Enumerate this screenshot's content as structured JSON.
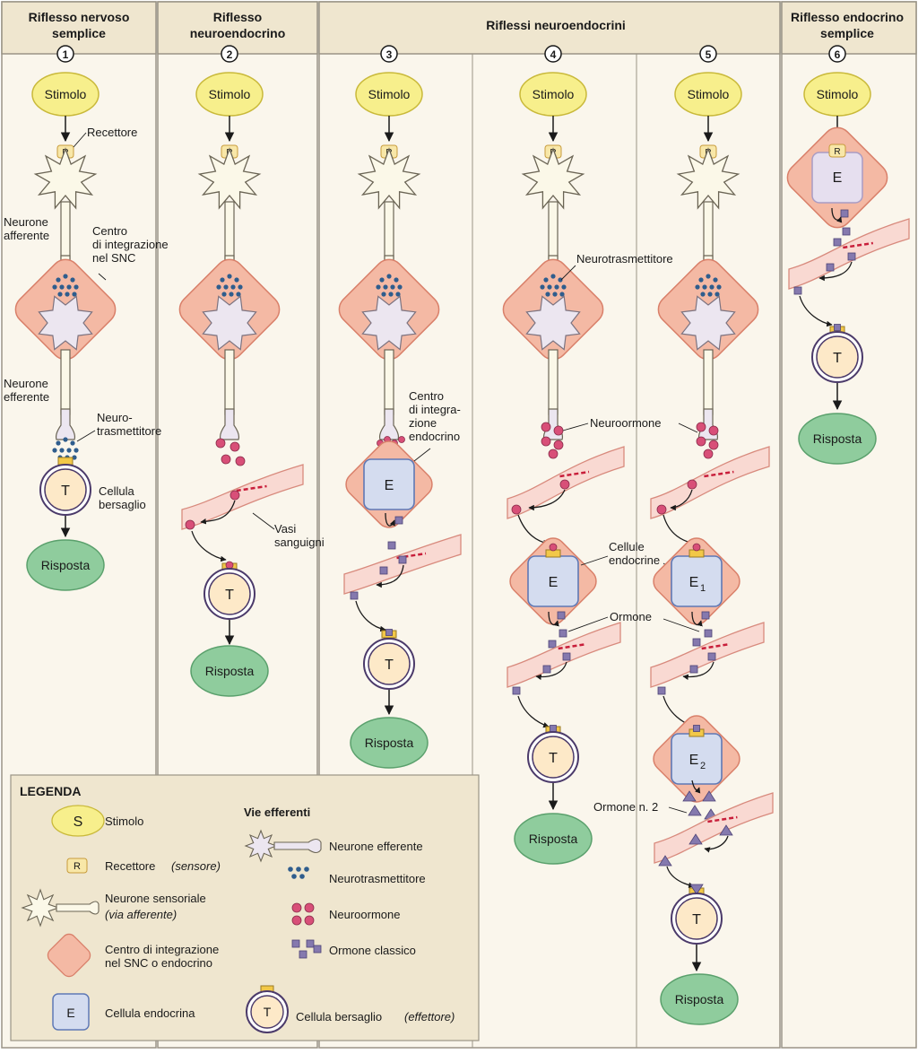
{
  "headers": {
    "col1": [
      "Riflesso nervoso",
      "semplice"
    ],
    "col2": [
      "Riflesso",
      "neuroendocrino"
    ],
    "col345": "Riflessi neuroendocrini",
    "col6": [
      "Riflesso endocrino",
      "semplice"
    ]
  },
  "numbers": [
    "1",
    "2",
    "3",
    "4",
    "5",
    "6"
  ],
  "nodes": {
    "stimulus": "Stimolo",
    "receptor": "R",
    "endocrine": "E",
    "endocrine1": "E",
    "endocrine1_sub": "1",
    "endocrine2": "E",
    "endocrine2_sub": "2",
    "target": "T",
    "response": "Risposta"
  },
  "labels": {
    "recettore": "Recettore",
    "neurone_afferente": [
      "Neurone",
      "afferente"
    ],
    "centro_snc": [
      "Centro",
      "di integrazione",
      "nel SNC"
    ],
    "neurone_efferente": [
      "Neurone",
      "efferente"
    ],
    "neurotrasmettitore_split": [
      "Neuro-",
      "trasmettitore"
    ],
    "cellula_bersaglio": [
      "Cellula",
      "bersaglio"
    ],
    "vasi_sanguigni": [
      "Vasi",
      "sanguigni"
    ],
    "centro_endocrino": [
      "Centro",
      "di integra-",
      "zione",
      "endocrino"
    ],
    "neurotrasmettitore": "Neurotrasmettitore",
    "neuroormone": "Neuroormone",
    "cellule_endocrine": [
      "Cellule",
      "endocrine"
    ],
    "ormone": "Ormone",
    "ormone_n2": "Ormone n. 2"
  },
  "legend": {
    "title": "LEGENDA",
    "stimulus_symbol": "S",
    "stimulus": "Stimolo",
    "receptor_symbol": "R",
    "receptor": "Recettore",
    "receptor_italic": "(sensore)",
    "sensory_neuron": "Neurone sensoriale",
    "sensory_neuron_italic": "(via afferente)",
    "integration": [
      "Centro di integrazione",
      "nel SNC o endocrino"
    ],
    "endocrine_symbol": "E",
    "endocrine_cell": "Cellula endocrina",
    "efferent_title": "Vie efferenti",
    "efferent_neuron": "Neurone efferente",
    "neurotransmitter": "Neurotrasmettitore",
    "neurohormone": "Neuroormone",
    "classic_hormone": "Ormone classico",
    "target_symbol": "T",
    "target_cell": "Cellula bersaglio",
    "target_cell_italic": "(effettore)"
  },
  "colors": {
    "stimulus_fill": "#f7ef8c",
    "stimulus_stroke": "#c9b93a",
    "receptor_fill": "#f8e7a8",
    "neuron_fill": "#fbf8e8",
    "neuron_stroke": "#6b6555",
    "center_fill": "#f4b9a4",
    "center_stroke": "#d9806a",
    "soma_fill": "#ece6f0",
    "endocrine_fill": "#d4dcef",
    "endocrine_stroke": "#5e78b5",
    "target_fill": "#fde9c8",
    "target_ring": "#4b3a6a",
    "response_fill": "#8fcc9d",
    "response_stroke": "#5aa06c",
    "vessel_fill": "#f9d9d2",
    "vessel_stroke": "#d88a7d",
    "neurotransmitter": "#2f5d8d",
    "neurohormone": "#d84f78",
    "hormone": "#8579ae",
    "header_fill": "#efe6cf",
    "column_bg": "#faf6ec"
  }
}
